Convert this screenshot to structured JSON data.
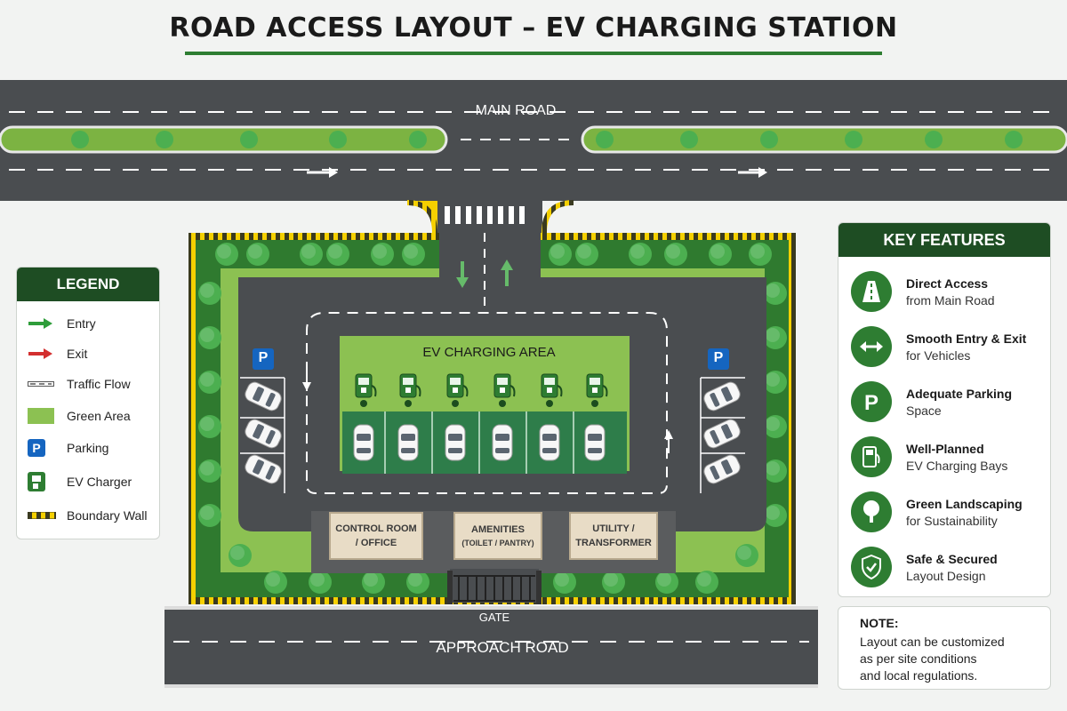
{
  "title": "ROAD ACCESS LAYOUT – EV CHARGING STATION",
  "map": {
    "main_road_label": "MAIN ROAD",
    "approach_road_label": "APPROACH ROAD",
    "gate_label": "GATE",
    "ev_area_label": "EV CHARGING AREA",
    "parking_symbol": "P",
    "buildings": [
      {
        "name": "CONTROL ROOM",
        "sub": "/ OFFICE"
      },
      {
        "name": "AMENITIES",
        "sub": "(TOILET / PANTRY)"
      },
      {
        "name": "UTILITY /",
        "sub": "TRANSFORMER"
      }
    ]
  },
  "legend": {
    "title": "LEGEND",
    "items": [
      {
        "label": "Entry",
        "icon": "green-arrow-icon"
      },
      {
        "label": "Exit",
        "icon": "red-arrow-icon"
      },
      {
        "label": "Traffic Flow",
        "icon": "dashed-line-icon"
      },
      {
        "label": "Green Area",
        "icon": "green-swatch-icon"
      },
      {
        "label": "Parking",
        "icon": "parking-icon"
      },
      {
        "label": "EV Charger",
        "icon": "ev-charger-icon"
      },
      {
        "label": "Boundary Wall",
        "icon": "boundary-wall-icon"
      }
    ]
  },
  "features": {
    "title": "KEY FEATURES",
    "items": [
      {
        "title": "Direct Access",
        "sub": "from Main Road",
        "icon": "road-icon"
      },
      {
        "title": "Smooth Entry & Exit",
        "sub": "for Vehicles",
        "icon": "two-way-arrow-icon"
      },
      {
        "title": "Adequate Parking",
        "sub": "Space",
        "icon": "parking-icon"
      },
      {
        "title": "Well-Planned",
        "sub": "EV Charging Bays",
        "icon": "ev-charger-icon"
      },
      {
        "title": "Green Landscaping",
        "sub": "for Sustainability",
        "icon": "tree-icon"
      },
      {
        "title": "Safe & Secured",
        "sub": "Layout Design",
        "icon": "shield-icon"
      }
    ]
  },
  "note": {
    "title": "NOTE:",
    "lines": [
      "Layout can be customized",
      "as per site conditions",
      "and local regulations."
    ]
  },
  "colors": {
    "road": "#4a4d50",
    "grass": "#8cc152",
    "dark_green": "#2e7d32",
    "wall": "#f5d000",
    "header": "#1e4d23"
  }
}
